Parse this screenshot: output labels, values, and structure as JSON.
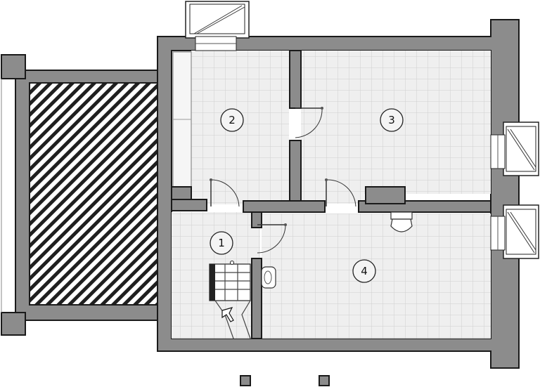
{
  "rooms": [
    {
      "id": "room-1",
      "label": "1"
    },
    {
      "id": "room-2",
      "label": "2"
    },
    {
      "id": "room-3",
      "label": "3"
    },
    {
      "id": "room-4",
      "label": "4"
    }
  ],
  "colors": {
    "wall": "#8c8c8c",
    "outline": "#1a1a1a",
    "floor": "#eeeeee",
    "tile_grid": "#cfcfcf",
    "hatch": "#1f1f1f"
  }
}
